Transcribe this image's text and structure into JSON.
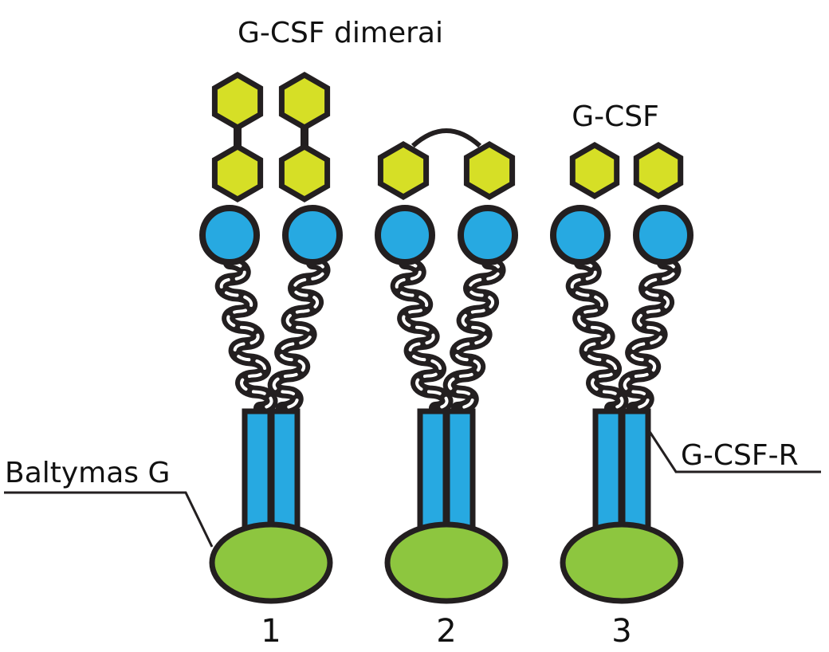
{
  "title": "G-CSF dimerai",
  "labels": {
    "monomer": "G-CSF",
    "receptor": "G-CSF-R",
    "g_protein": "Baltymas G"
  },
  "complexes": [
    {
      "number": "1",
      "ligand_type": "covalent-dimer-vertical"
    },
    {
      "number": "2",
      "ligand_type": "bridged-dimer"
    },
    {
      "number": "3",
      "ligand_type": "monomers"
    }
  ],
  "colors": {
    "ligand": "#d6df26",
    "receptor_domain": "#27a9e1",
    "g_protein": "#8dc63f",
    "outline": "#231f20"
  }
}
